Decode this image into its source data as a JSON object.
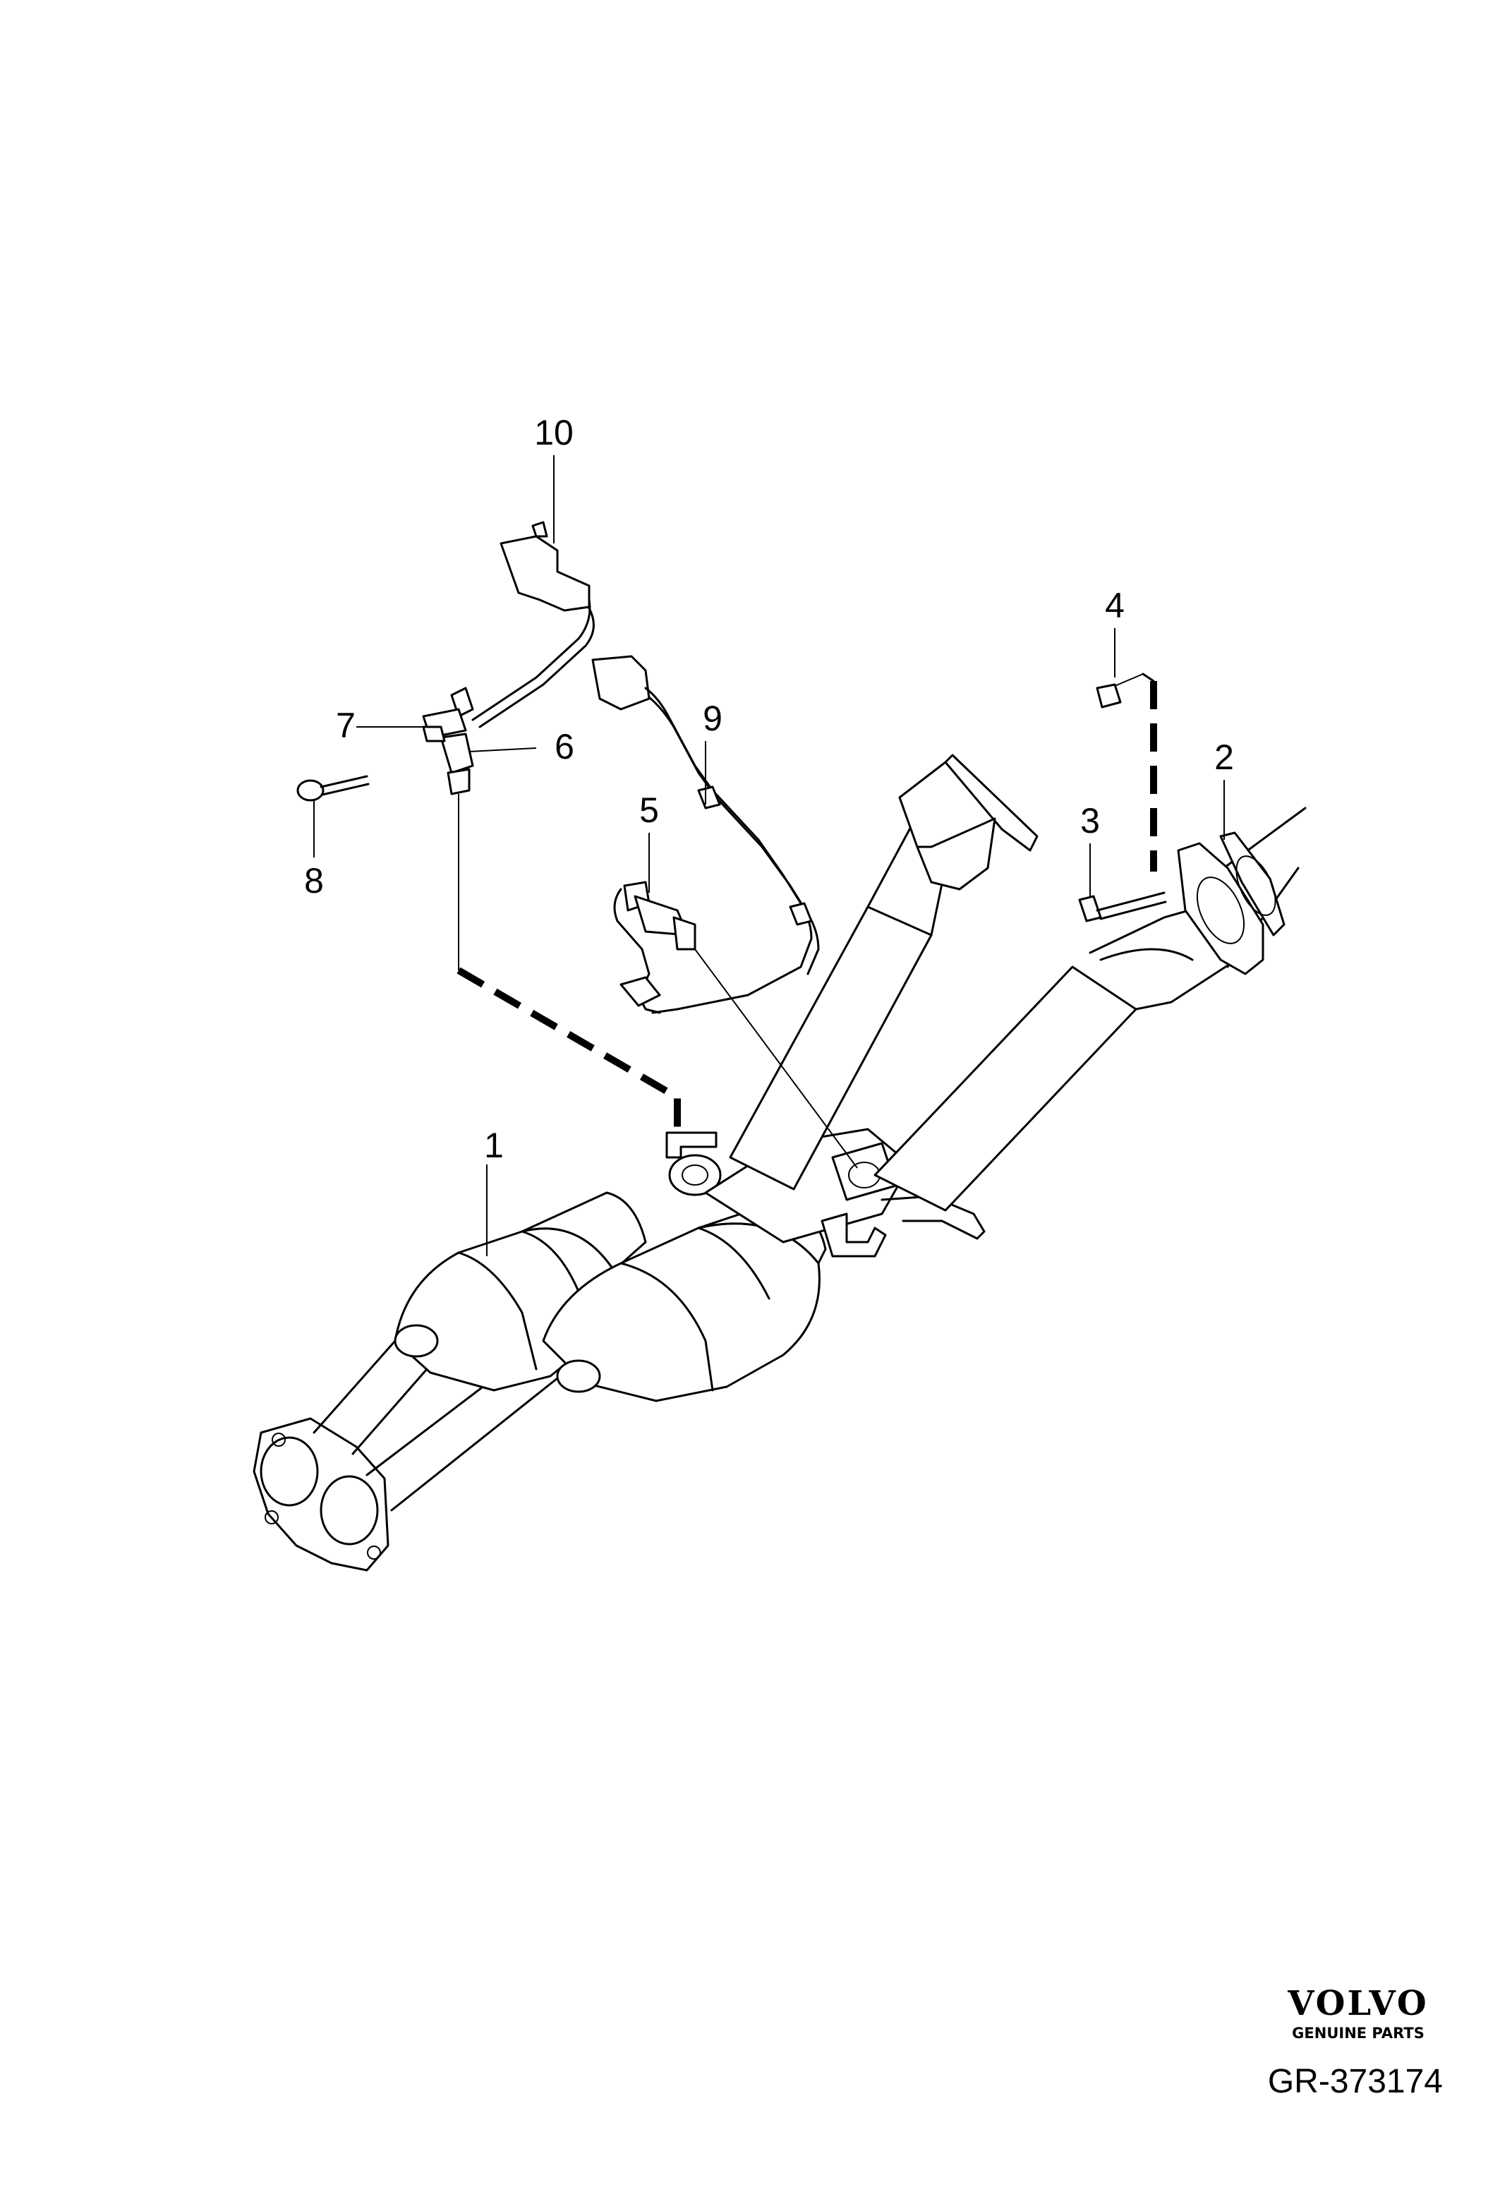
{
  "callouts": [
    {
      "id": "1",
      "label": "1"
    },
    {
      "id": "2",
      "label": "2"
    },
    {
      "id": "3",
      "label": "3"
    },
    {
      "id": "4",
      "label": "4"
    },
    {
      "id": "5",
      "label": "5"
    },
    {
      "id": "6",
      "label": "6"
    },
    {
      "id": "7",
      "label": "7"
    },
    {
      "id": "8",
      "label": "8"
    },
    {
      "id": "9",
      "label": "9"
    },
    {
      "id": "10",
      "label": "10"
    }
  ],
  "brand": {
    "logo_text": "VOLVO",
    "tagline": "GENUINE PARTS"
  },
  "drawing_number": "GR-373174"
}
